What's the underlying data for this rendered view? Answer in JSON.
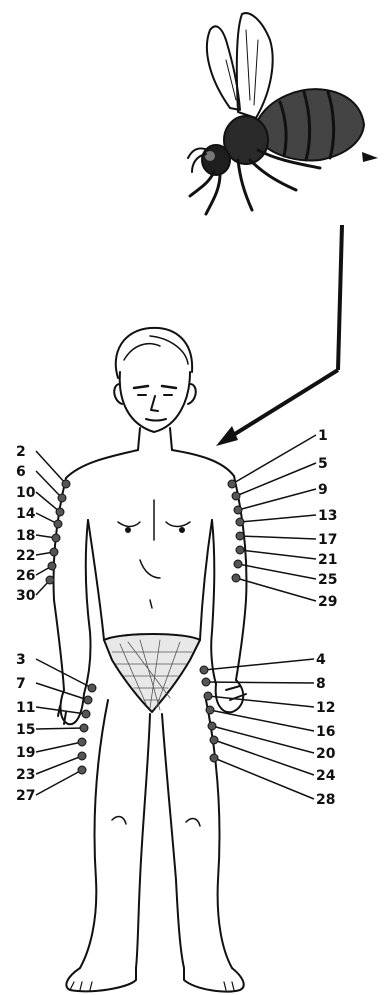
{
  "figure": {
    "bee_icon": "bee-icon",
    "body_icon": "human-body-front-icon",
    "ink_color": "#111111",
    "paper_color": "#ffffff",
    "point_color": "#555555",
    "point_labels": {
      "p1": "1",
      "p2": "2",
      "p3": "3",
      "p4": "4",
      "p5": "5",
      "p6": "6",
      "p7": "7",
      "p8": "8",
      "p9": "9",
      "p10": "10",
      "p11": "11",
      "p12": "12",
      "p13": "13",
      "p14": "14",
      "p15": "15",
      "p16": "16",
      "p17": "17",
      "p18": "18",
      "p19": "19",
      "p20": "20",
      "p21": "21",
      "p22": "22",
      "p23": "23",
      "p24": "24",
      "p25": "25",
      "p26": "26",
      "p27": "27",
      "p28": "28",
      "p29": "29",
      "p30": "30"
    }
  }
}
